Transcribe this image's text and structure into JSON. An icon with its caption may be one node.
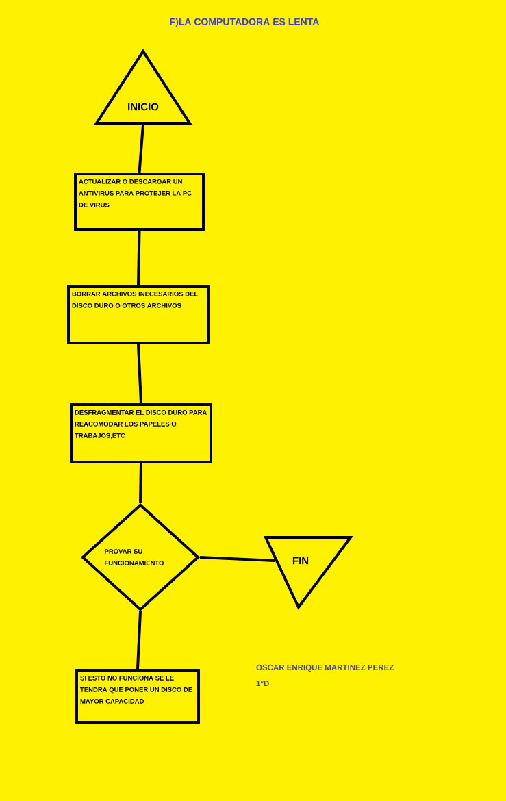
{
  "diagram": {
    "title": "F)LA COMPUTADORA ES LENTA",
    "nodes": [
      {
        "text": [
          "INICIO"
        ]
      },
      {
        "text": [
          "ACTUALIZAR O DESCARGAR UN ANTIVIRUS PARA PROTEJER LA PC DE VIRUS"
        ]
      },
      {
        "text": [
          "BORRAR ARCHIVOS INECESARIOS DEL DISCO DURO O OTROS ARCHIVOS"
        ]
      },
      {
        "text": [
          "DESFRAGMENTAR EL DISCO DURO PARA REACOMODAR LOS PAPELES O TRABAJOS,ETC"
        ]
      },
      {
        "text": [
          "PROVAR SU FUNCIONAMIENTO"
        ]
      },
      {
        "text": [
          "FIN"
        ]
      },
      {
        "text": [
          "SI ESTO NO FUNCIONA SE LE TENDRA QUE PONER UN DISCO DE MAYOR CAPACIDAD"
        ]
      }
    ],
    "edges": [
      {
        "from": 0,
        "to": 1,
        "arrow": "none"
      },
      {
        "from": 1,
        "to": 2,
        "arrow": "none"
      },
      {
        "from": 2,
        "to": 3,
        "arrow": "none"
      },
      {
        "from": 3,
        "to": 4,
        "arrow": "none"
      },
      {
        "from": 4,
        "to": 5,
        "arrow": "none"
      },
      {
        "from": 4,
        "to": 6,
        "arrow": "none"
      }
    ],
    "labels": [
      "OSCAR ENRIQUE MARTINEZ PEREZ",
      "1°D"
    ]
  }
}
